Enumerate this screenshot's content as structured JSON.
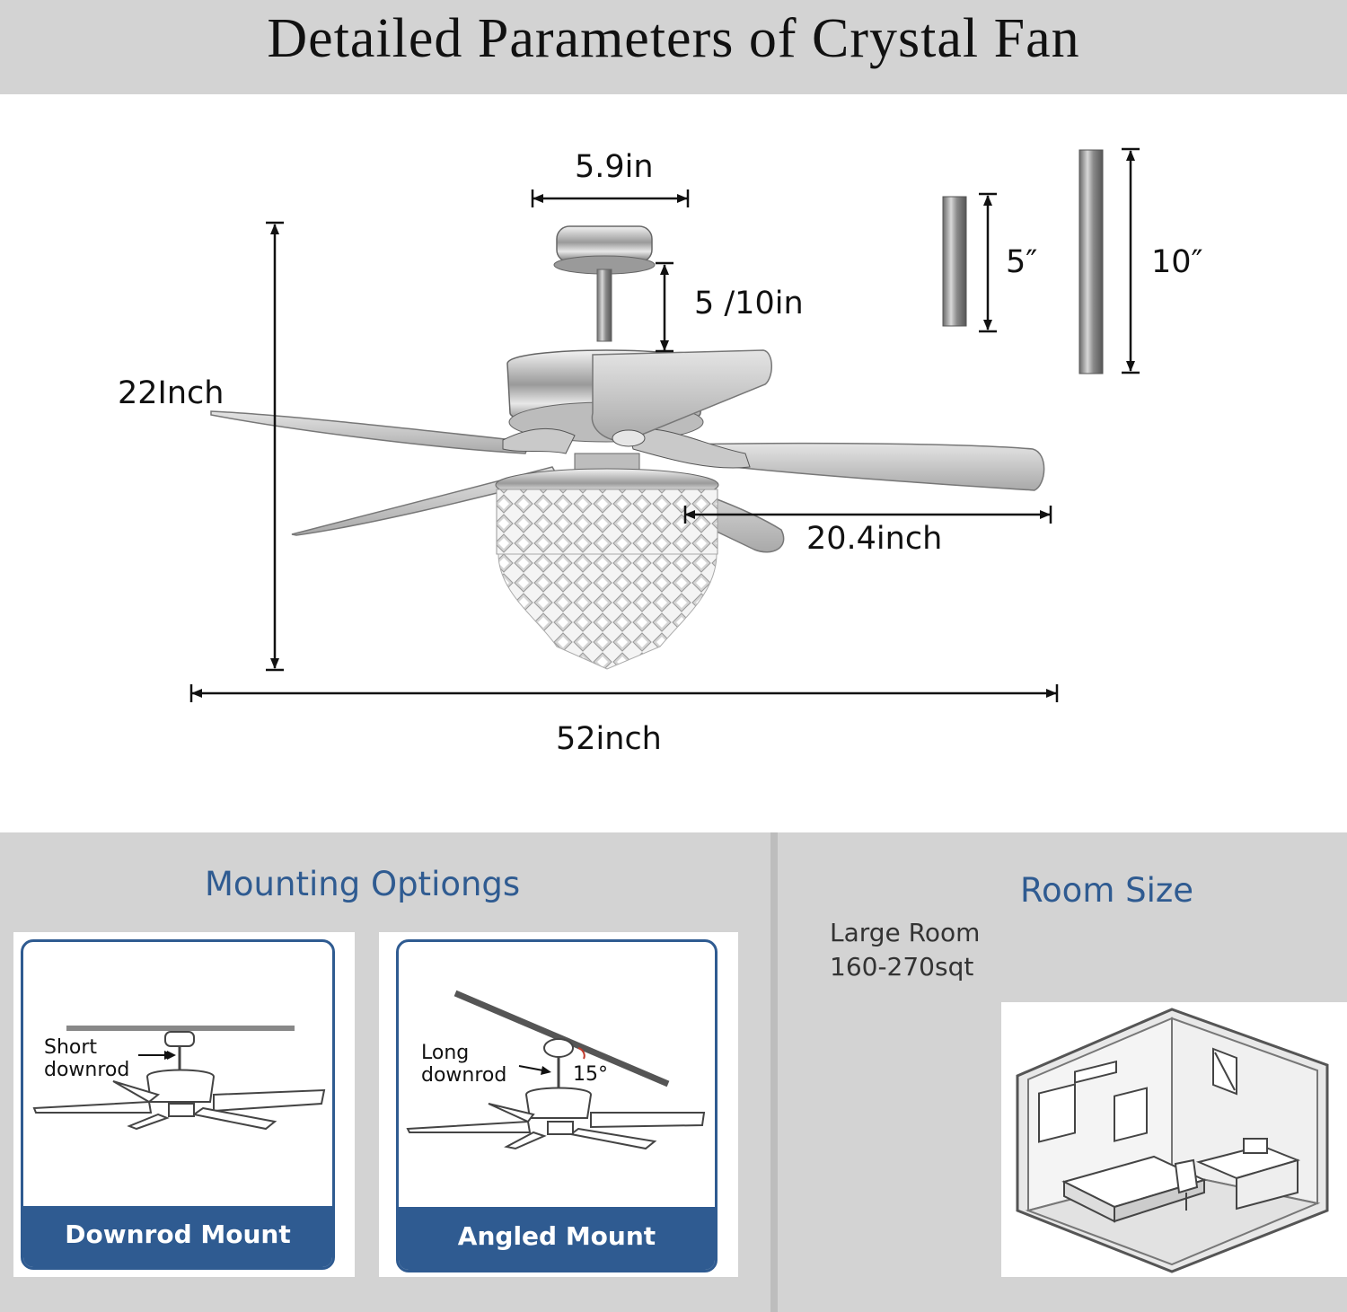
{
  "header": {
    "title": "Detailed Parameters of Crystal Fan"
  },
  "dimensions": {
    "canopy_width": "5.9in",
    "downrod_length": "5 /10in",
    "height": "22Inch",
    "blade_length": "20.4inch",
    "span": "52inch",
    "rod_short": "5″",
    "rod_long": "10″"
  },
  "mounting": {
    "title": "Mounting Optiongs",
    "downrod": {
      "label": "Downrod Mount",
      "note_line1": "Short",
      "note_line2": "downrod"
    },
    "angled": {
      "label": "Angled Mount",
      "note_line1": "Long",
      "note_line2": "downrod",
      "angle": "15°"
    }
  },
  "room": {
    "title": "Room Size",
    "size_label": "Large Room",
    "size_value": "160-270sqt"
  },
  "colors": {
    "accent": "#2f5b91",
    "panel": "#d3d3d3"
  }
}
